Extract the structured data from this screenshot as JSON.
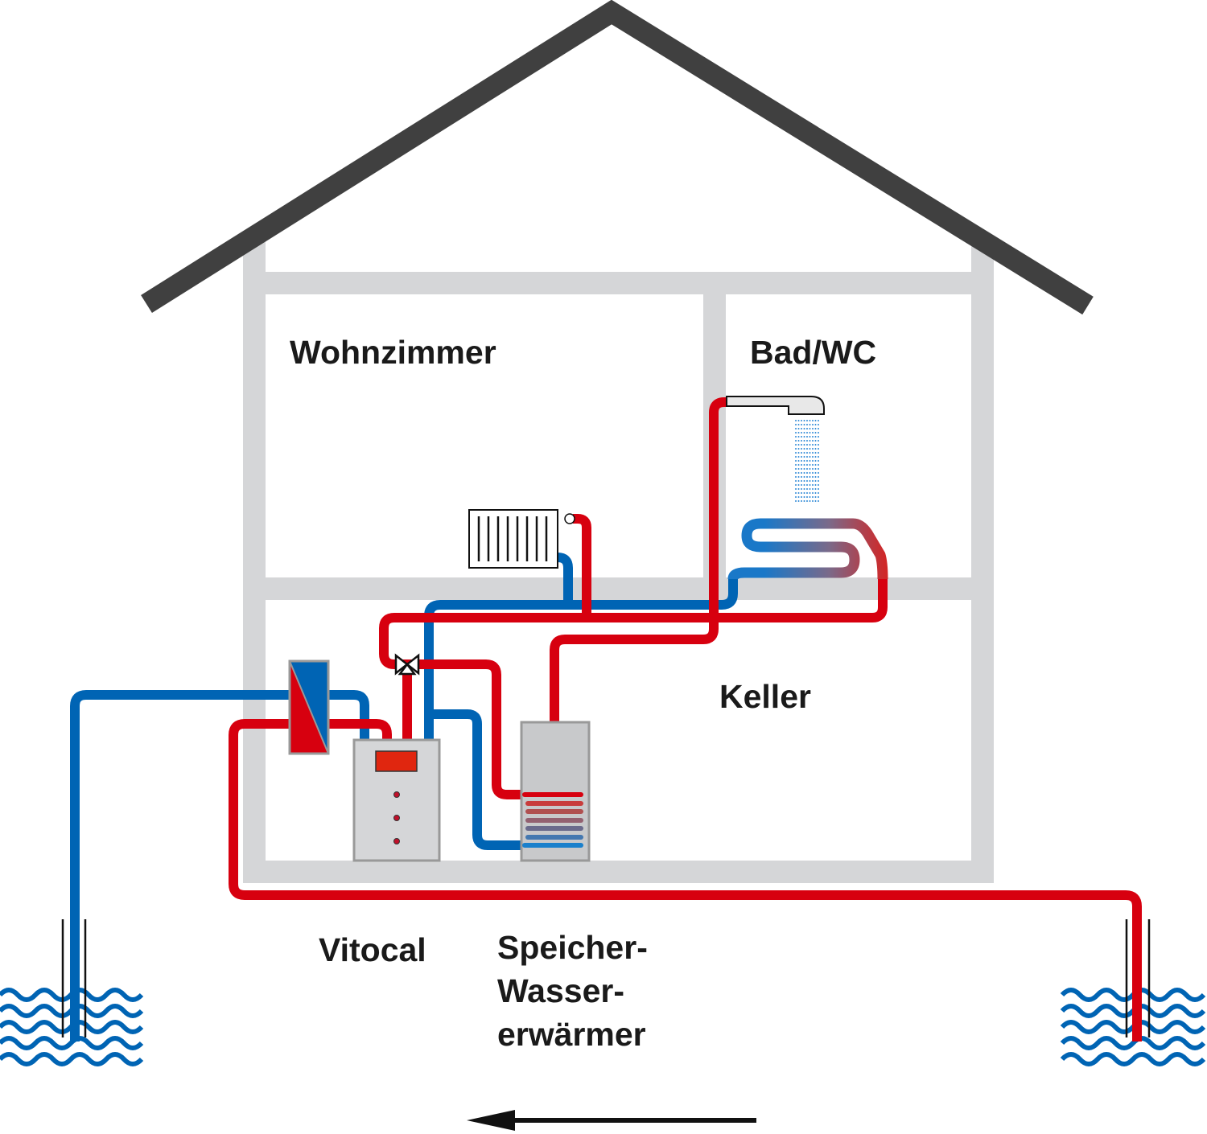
{
  "labels": {
    "living_room": "Wohnzimmer",
    "bathroom": "Bad/WC",
    "basement": "Keller",
    "heat_pump": "Vitocal",
    "storage_line1": "Speicher-",
    "storage_line2": "Wasser-",
    "storage_line3": "erwärmer"
  },
  "colors": {
    "hot": "#d7000f",
    "cold": "#0064b4",
    "wall": "#d5d6d8",
    "roof": "#404040"
  }
}
